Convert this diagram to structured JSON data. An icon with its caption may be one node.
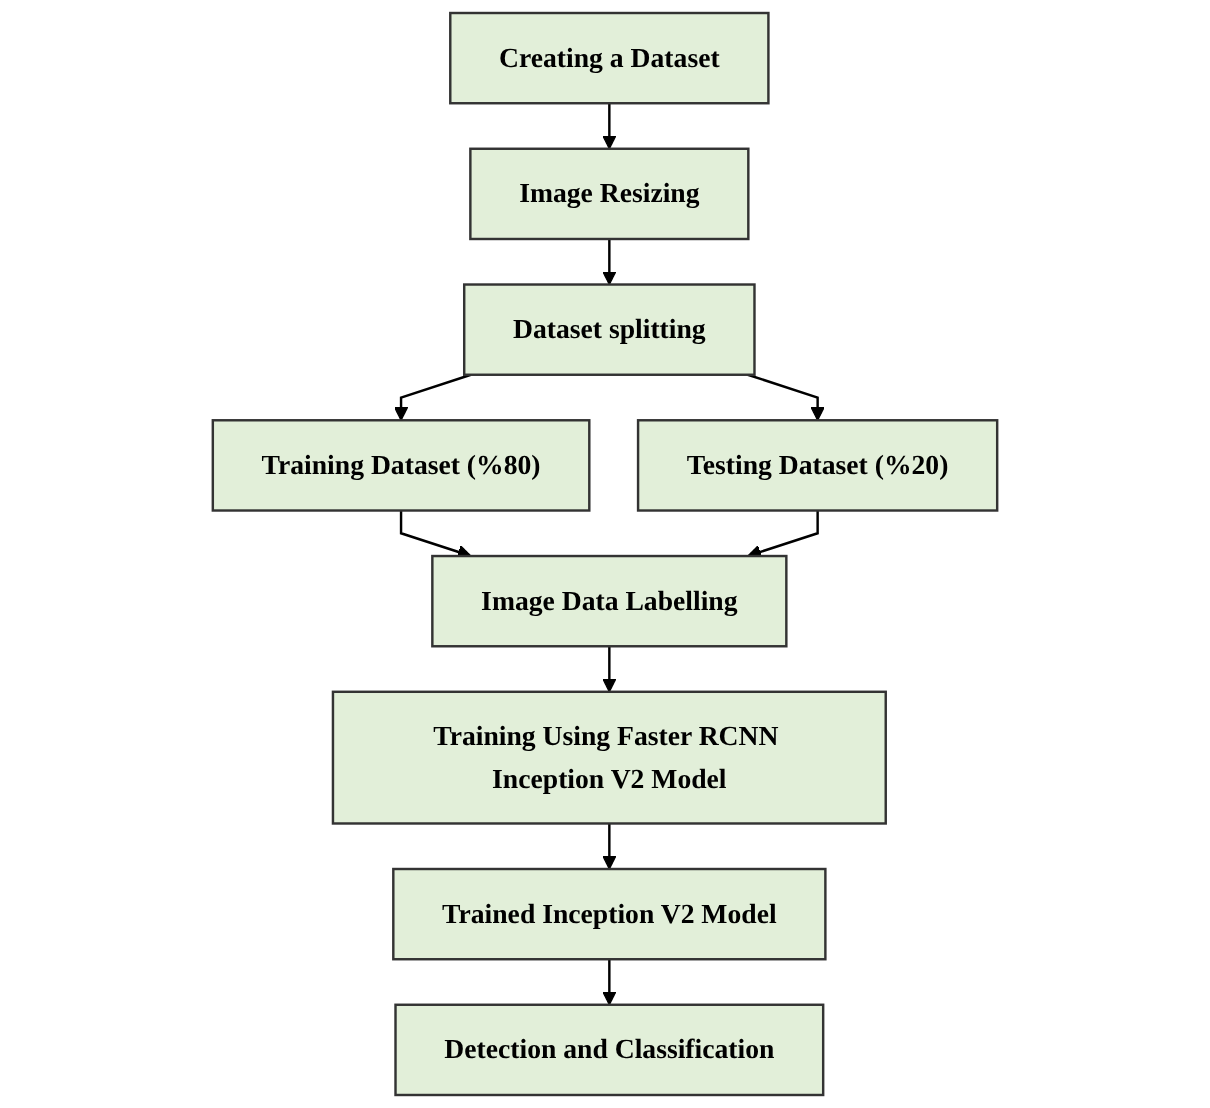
{
  "diagram": {
    "nodes": [
      {
        "text": [
          "Creating a Dataset"
        ]
      },
      {
        "text": [
          "Image Resizing"
        ]
      },
      {
        "text": [
          "Dataset splitting"
        ]
      },
      {
        "text": [
          "Training Dataset (%80)"
        ]
      },
      {
        "text": [
          "Testing Dataset (%20)"
        ]
      },
      {
        "text": [
          "Image Data Labelling"
        ]
      },
      {
        "text": [
          "Training Using Faster RCNN Inception V2 Model"
        ]
      },
      {
        "text": [
          "Trained Inception V2 Model"
        ]
      },
      {
        "text": [
          "Detection and Classification"
        ]
      }
    ],
    "edges": [
      {
        "from": 0,
        "to": 1,
        "arrow": "to"
      },
      {
        "from": 1,
        "to": 2,
        "arrow": "to"
      },
      {
        "from": 2,
        "to": 3,
        "arrow": "to"
      },
      {
        "from": 2,
        "to": 4,
        "arrow": "to"
      },
      {
        "from": 3,
        "to": 5,
        "arrow": "to"
      },
      {
        "from": 4,
        "to": 5,
        "arrow": "to"
      },
      {
        "from": 5,
        "to": 6,
        "arrow": "to"
      },
      {
        "from": 6,
        "to": 7,
        "arrow": "to"
      },
      {
        "from": 7,
        "to": 8,
        "arrow": "to"
      }
    ]
  }
}
